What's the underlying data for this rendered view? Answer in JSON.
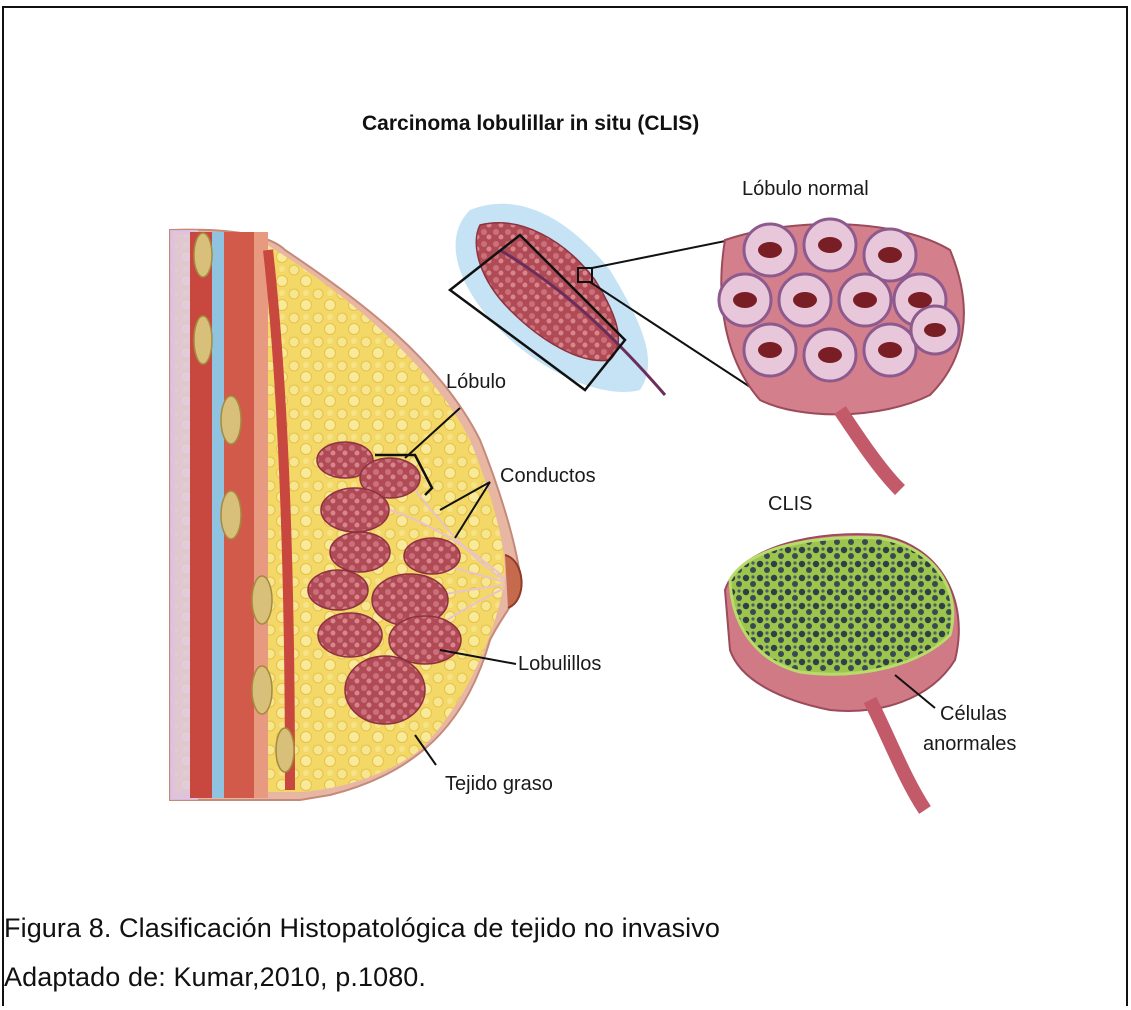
{
  "title": "Carcinoma lobulillar in situ (CLIS)",
  "labels": {
    "lobulo_normal": "Lóbulo normal",
    "lobulo": "Lóbulo",
    "conductos": "Conductos",
    "clis": "CLIS",
    "lobulillos": "Lobulillos",
    "celulas_line1": "Células",
    "celulas_line2": "anormales",
    "tejido_graso": "Tejido graso"
  },
  "caption": {
    "line1": "Figura 8.  Clasificación Histopatológica de tejido no invasivo",
    "line2": "Adaptado de: Kumar,2010, p.1080."
  },
  "colors": {
    "fat": "#f2d45a",
    "muscle": "#c8473e",
    "lobule": "#b8505a",
    "skin": "#e7b09c",
    "clis_cells": "#8fbd4a"
  }
}
